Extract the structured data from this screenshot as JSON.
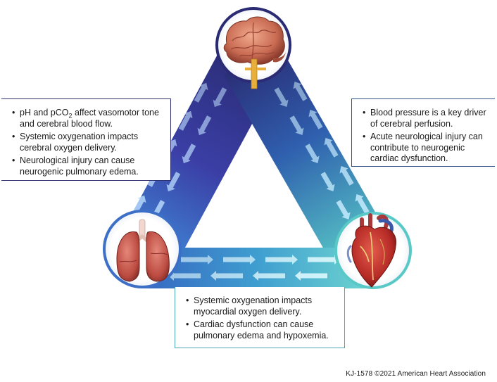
{
  "callouts": {
    "brain_lungs": {
      "items": [
        {
          "prefix": "pH and pCO",
          "sub": "2",
          "suffix": " affect vasomotor tone and cerebral blood flow."
        },
        {
          "text": "Systemic oxygenation impacts cerebral oxygen delivery."
        },
        {
          "text": "Neurological injury can cause neurogenic pulmonary edema."
        }
      ]
    },
    "brain_heart": {
      "items": [
        {
          "text": "Blood pressure is a key driver of cerebral perfusion."
        },
        {
          "text": "Acute neurological injury can contribute to neurogenic cardiac dysfunction."
        }
      ]
    },
    "lungs_heart": {
      "items": [
        {
          "text": "Systemic oxygenation impacts myocardial oxygen delivery."
        },
        {
          "text": "Cardiac dysfunction can cause pulmonary edema and hypoxemia."
        }
      ]
    }
  },
  "nodes": {
    "brain": {
      "icon": "brain-icon"
    },
    "lungs": {
      "icon": "lungs-icon"
    },
    "heart": {
      "icon": "heart-icon"
    }
  },
  "colors": {
    "navy": "#2b2e7a",
    "blue": "#2f63b3",
    "teal": "#53c3c6"
  },
  "footer": {
    "credit": "KJ-1578  ©2021 American Heart Association"
  }
}
